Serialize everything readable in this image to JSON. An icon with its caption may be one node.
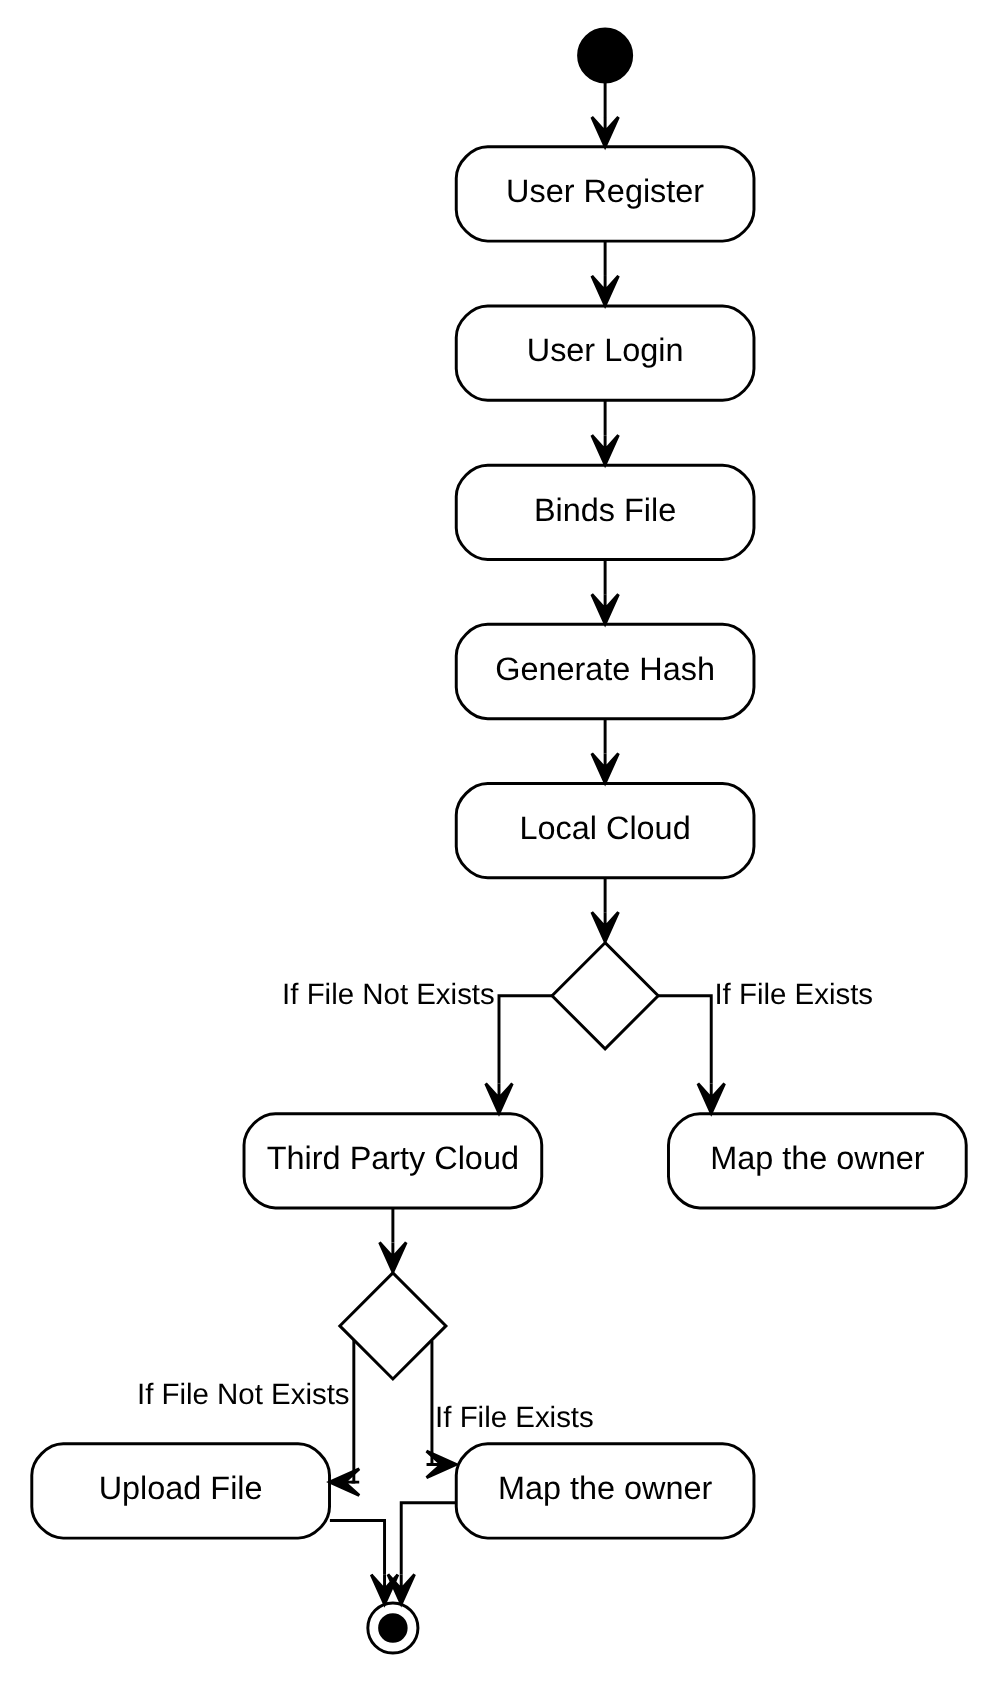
{
  "diagram": {
    "nodes": [
      {
        "text": [],
        "shape": "circle"
      },
      {
        "text": [
          "User Register"
        ]
      },
      {
        "text": [
          "User Login"
        ]
      },
      {
        "text": [
          "Binds File"
        ]
      },
      {
        "text": [
          "Generate Hash"
        ]
      },
      {
        "text": [
          "Local Cloud"
        ]
      },
      {
        "text": [],
        "shape": "diamond"
      },
      {
        "text": [
          "Third Party Cloud"
        ]
      },
      {
        "text": [
          "Map the owner"
        ]
      },
      {
        "text": [],
        "shape": "diamond"
      },
      {
        "text": [
          "Upload File"
        ]
      },
      {
        "text": [
          "Map the owner"
        ]
      },
      {
        "text": [],
        "shape": "circle"
      }
    ],
    "edges": [
      {
        "from": 0,
        "to": 1,
        "arrow": "to"
      },
      {
        "from": 1,
        "to": 2,
        "arrow": "to"
      },
      {
        "from": 2,
        "to": 3,
        "arrow": "to"
      },
      {
        "from": 3,
        "to": 4,
        "arrow": "to"
      },
      {
        "from": 4,
        "to": 5,
        "arrow": "to"
      },
      {
        "from": 5,
        "to": 6,
        "arrow": "to"
      },
      {
        "from": 6,
        "to": 7,
        "arrow": "to",
        "label": "If File Not Exists"
      },
      {
        "from": 6,
        "to": 8,
        "arrow": "to",
        "label": "If File Exists"
      },
      {
        "from": 7,
        "to": 9,
        "arrow": "to"
      },
      {
        "from": 9,
        "to": 10,
        "arrow": "to",
        "label": "If File Not Exists"
      },
      {
        "from": 9,
        "to": 11,
        "arrow": "to",
        "label": "If File Exists"
      },
      {
        "from": 10,
        "to": 12,
        "arrow": "to"
      },
      {
        "from": 11,
        "to": 12,
        "arrow": "to"
      }
    ]
  }
}
